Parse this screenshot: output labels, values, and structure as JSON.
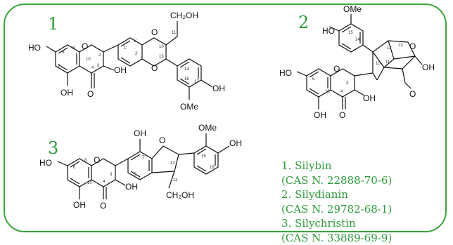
{
  "structures": [
    {
      "number": "1"
    },
    {
      "number": "2"
    },
    {
      "number": "3"
    }
  ],
  "legend": [
    "1. Silybin",
    "(CAS N. 22888-70-6)",
    "2. Silydianin",
    "(CAS N. 29782-68-1)",
    "3. Silychristin",
    "(CAS N. 33889-69-9)"
  ],
  "atoms": {
    "ho": "HO",
    "oh": "OH",
    "o": "O",
    "ch2oh": "CH₂OH",
    "ome": "OMe"
  },
  "colors": {
    "border": "#3aa63a",
    "text": "#2e9a3a",
    "bonds": "#111111"
  }
}
